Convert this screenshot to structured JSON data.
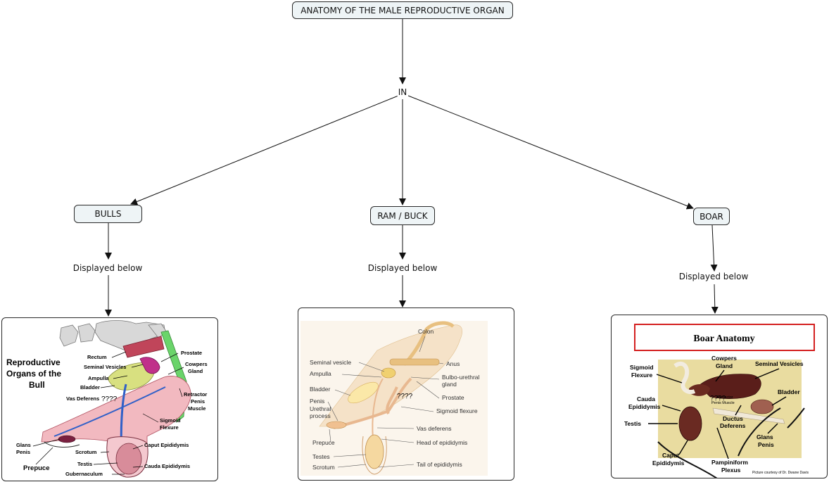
{
  "root": {
    "label": "ANATOMY OF THE MALE REPRODUCTIVE ORGAN"
  },
  "hub": {
    "label": "IN"
  },
  "branches": [
    {
      "label": "BULLS",
      "link_label": "Displayed below"
    },
    {
      "label": "RAM / BUCK",
      "link_label": "Displayed below"
    },
    {
      "label": "BOAR",
      "link_label": "Displayed below"
    }
  ],
  "bull_figure": {
    "title_line1": "Reproductive",
    "title_line2": "Organs of the",
    "title_line3": "Bull",
    "labels": {
      "rectum": "Rectum",
      "seminal_vesicles": "Seminal Vesicles",
      "ampulla": "Ampulla",
      "bladder": "Bladder",
      "vas_deferens": "Vas Deferens",
      "unknown": "????",
      "prostate": "Prostate",
      "cowpers_1": "Cowpers",
      "cowpers_2": "Gland",
      "retractor_1": "Retractor",
      "retractor_2": "Penis",
      "retractor_3": "Muscle",
      "sigmoid_1": "Sigmoid",
      "sigmoid_2": "Flexure",
      "caput": "Caput Epididymis",
      "cauda": "Cauda Epididymis",
      "glans_1": "Glans",
      "glans_2": "Penis",
      "prepuce": "Prepuce",
      "scrotum": "Scrotum",
      "testis": "Testis",
      "gubernaculum": "Gubernaculum"
    }
  },
  "ram_figure": {
    "labels": {
      "colon": "Colon",
      "anus": "Anus",
      "seminal_vesicle": "Seminal vesicle",
      "ampulla": "Ampulla",
      "bulbo_1": "Bulbo-urethral",
      "bulbo_2": "gland",
      "bladder": "Bladder",
      "unknown": "????",
      "prostate": "Prostate",
      "penis": "Penis",
      "sigmoid": "Sigmoid flexure",
      "urethral_1": "Urethral",
      "urethral_2": "process",
      "vas_deferens": "Vas deferens",
      "prepuce": "Prepuce",
      "head_epi": "Head of epididymis",
      "testes": "Testes",
      "scrotum": "Scrotum",
      "tail_epi": "Tail of epididymis"
    }
  },
  "boar_figure": {
    "title": "Boar Anatomy",
    "labels": {
      "sigmoid_1": "Sigmoid",
      "sigmoid_2": "Flexure",
      "cowpers_1": "Cowpers",
      "cowpers_2": "Gland",
      "seminal_vesicles": "Seminal Vesicles",
      "cauda_1": "Cauda",
      "cauda_2": "Epididymis",
      "unknown": "????",
      "retractor_1": "Retractor",
      "retractor_2": "Penis Muscle",
      "bladder": "Bladder",
      "testis": "Testis",
      "ductus_1": "Ductus",
      "ductus_2": "Deferens",
      "glans_1": "Glans",
      "glans_2": "Penis",
      "caput_1": "Caput",
      "caput_2": "Epididymis",
      "pampini_1": "Pampiniform",
      "pampini_2": "Plexus",
      "credit": "Picture courtesy of Dr. Dwane Davis"
    }
  },
  "colors": {
    "node_fill": "#eef4f6",
    "node_border": "#2a2a2a",
    "boar_title_border": "#d42020",
    "boar_photo_bg": "#e9dca0"
  }
}
